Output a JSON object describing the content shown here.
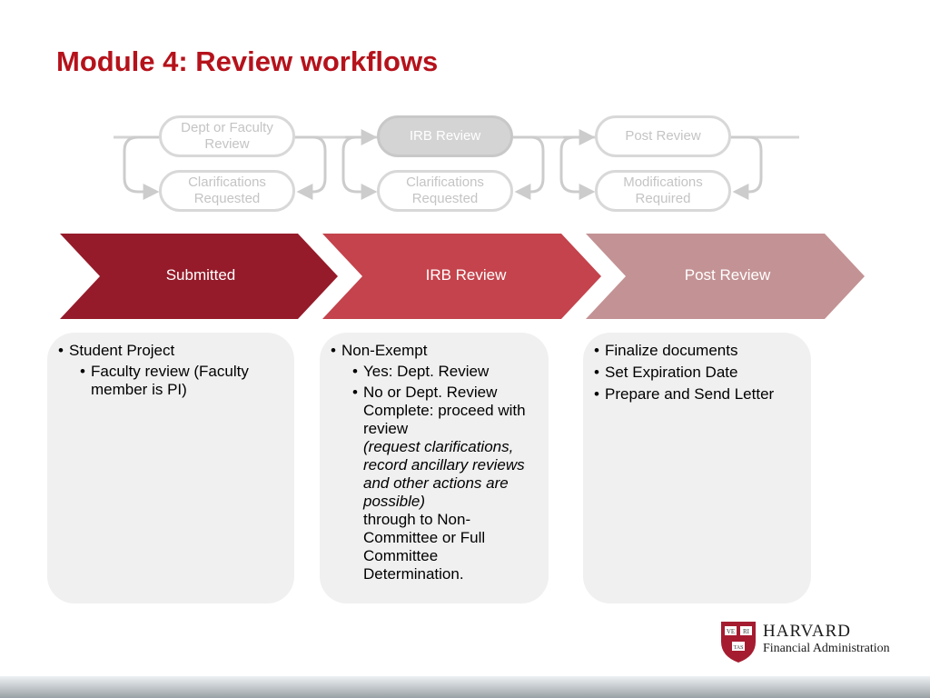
{
  "slide": {
    "title": "Module 4: Review workflows"
  },
  "diagram": {
    "pills": [
      {
        "label": "Dept or Faculty\nReview",
        "state": "inactive"
      },
      {
        "label": "Clarifications\nRequested",
        "state": "inactive"
      },
      {
        "label": "IRB Review",
        "state": "active"
      },
      {
        "label": "Clarifications\nRequested",
        "state": "inactive"
      },
      {
        "label": "Post Review",
        "state": "inactive"
      },
      {
        "label": "Modifications\nRequired",
        "state": "inactive"
      }
    ]
  },
  "stages": [
    {
      "label": "Submitted",
      "color": "#951b2a"
    },
    {
      "label": "IRB Review",
      "color": "#c4434c"
    },
    {
      "label": "Post Review",
      "color": "#c39294"
    }
  ],
  "cards": [
    {
      "items": [
        {
          "text": "Student Project",
          "sub": [
            {
              "text": "Faculty review (Faculty member is PI)"
            }
          ]
        }
      ]
    },
    {
      "items": [
        {
          "text": "Non-Exempt",
          "sub": [
            {
              "text": "Yes: Dept. Review"
            },
            {
              "text": "No or Dept. Review Complete: proceed with review",
              "italic": "(request clarifications, record ancillary reviews and other actions are possible)",
              "tail": "through to Non-Committee or Full Committee Determination."
            }
          ]
        }
      ]
    },
    {
      "items": [
        {
          "text": "Finalize documents"
        },
        {
          "text": "Set Expiration Date"
        },
        {
          "text": "Prepare and Send Letter"
        }
      ]
    }
  ],
  "logo": {
    "name": "HARVARD",
    "subtitle": "Financial Administration",
    "shield_text": [
      "VE",
      "RI",
      "TAS"
    ],
    "shield_color": "#a51c30"
  }
}
